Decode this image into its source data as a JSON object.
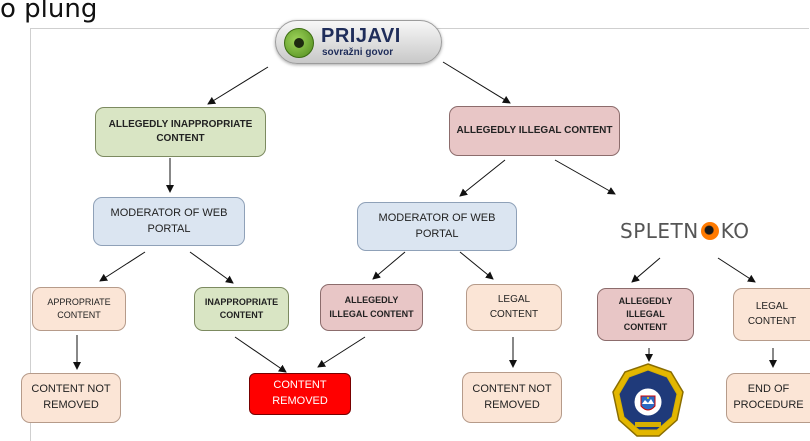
{
  "title_fragment": "o plung",
  "prijavi_logo": {
    "title": "PRIJAVI",
    "subtitle": "sovražni govor"
  },
  "spletno_oko_logo": {
    "text_before": "SPLETN",
    "text_after": "KO"
  },
  "nodes": {
    "inappropriate": "ALLEGEDLY  INAPPROPRIATE CONTENT",
    "illegal": "ALLEGEDLY ILLEGAL CONTENT",
    "moderator_left": "MODERATOR OF WEB PORTAL",
    "moderator_right": "MODERATOR OF WEB PORTAL",
    "appropriate": "APPROPRIATE CONTENT",
    "inappropriate_content": "INAPPROPRIATE CONTENT",
    "allegedly_illegal_mid": "ALLEGEDLY ILLEGAL CONTENT",
    "legal_mid": "LEGAL CONTENT",
    "allegedly_illegal_right": "ALLEGEDLY ILLEGAL CONTENT",
    "legal_right": "LEGAL CONTENT",
    "not_removed_left": "CONTENT NOT REMOVED",
    "removed": "CONTENT REMOVED",
    "not_removed_right": "CONTENT NOT REMOVED",
    "end_of_procedure": "END OF PROCEDURE"
  },
  "colors": {
    "green": "#d9e5c4",
    "pink": "#e8c6c6",
    "blue": "#dbe5f1",
    "peach": "#fbe5d6",
    "red": "#ff0000"
  },
  "icons": {
    "prijavi": "eye-logo-icon",
    "spletno_oko": "eye-icon",
    "police": "police-badge-icon"
  }
}
